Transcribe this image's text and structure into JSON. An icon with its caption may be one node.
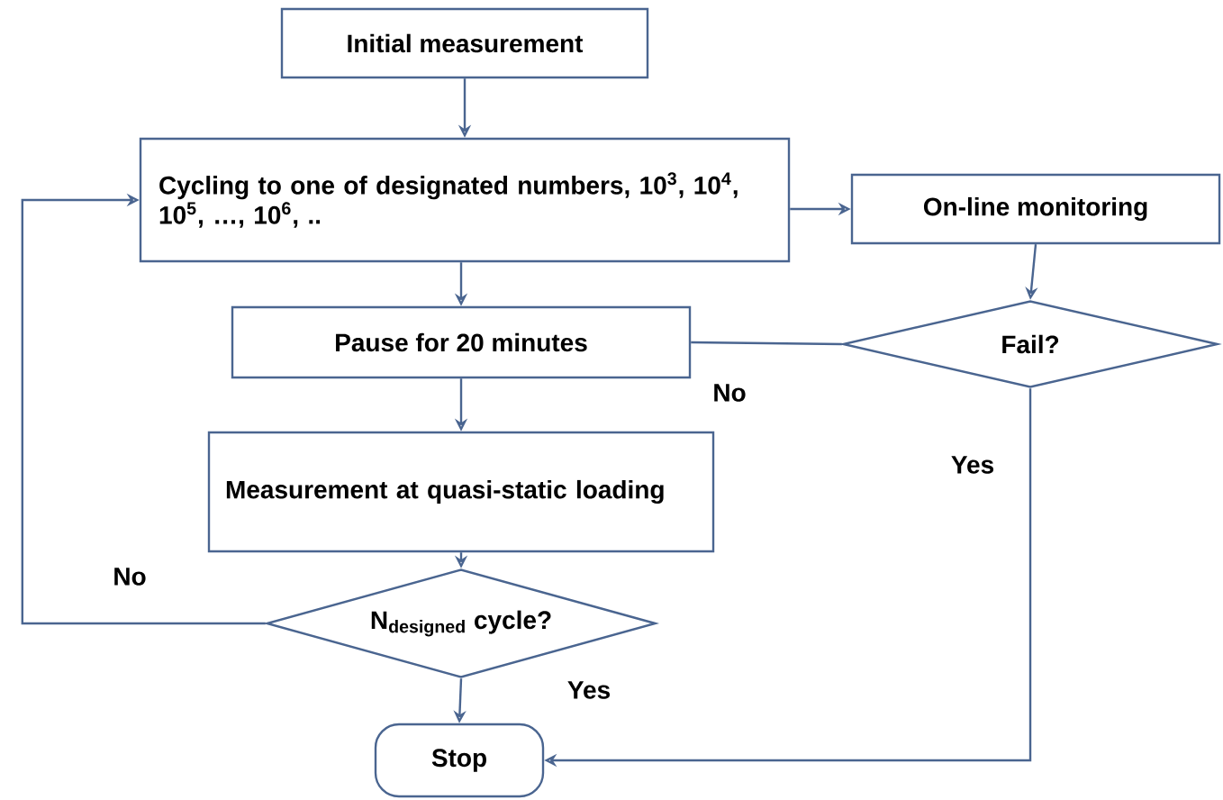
{
  "diagram": {
    "nodes": [
      {
        "text": [
          "Initial measurement"
        ]
      },
      {
        "text": [
          "Cycling to one of designated numbers, 10$^{3}$, 10$^{4}$, 10$^{5}$, …, 10$^{6}$, .."
        ]
      },
      {
        "text": [
          "On-line monitoring"
        ]
      },
      {
        "text": [
          "Fail?"
        ]
      },
      {
        "text": [
          "Pause for 20 minutes"
        ]
      },
      {
        "text": [
          "Measurement at quasi-static loading"
        ]
      },
      {
        "text": [
          "N$_{designed}$ cycle?"
        ]
      },
      {
        "text": [
          "Stop"
        ]
      }
    ],
    "edges": [
      {
        "from": 0,
        "to": 1,
        "arrow": "to"
      },
      {
        "from": 1,
        "to": 2,
        "arrow": "to"
      },
      {
        "from": 1,
        "to": 4,
        "arrow": "to"
      },
      {
        "from": 2,
        "to": 3,
        "arrow": "to"
      },
      {
        "from": 3,
        "to": 4,
        "arrow": "none",
        "label": "No"
      },
      {
        "from": 4,
        "to": 5,
        "arrow": "to"
      },
      {
        "from": 5,
        "to": 6,
        "arrow": "to"
      },
      {
        "from": 6,
        "to": 1,
        "arrow": "to",
        "label": "No"
      },
      {
        "from": 6,
        "to": 7,
        "arrow": "to",
        "label": "Yes"
      },
      {
        "from": 3,
        "to": 7,
        "arrow": "to",
        "label": "Yes"
      }
    ]
  }
}
